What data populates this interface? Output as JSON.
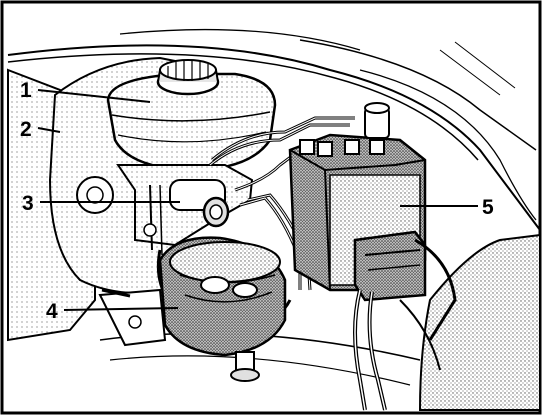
{
  "callouts": [
    {
      "id": "1",
      "label": "1"
    },
    {
      "id": "2",
      "label": "2"
    },
    {
      "id": "3",
      "label": "3"
    },
    {
      "id": "4",
      "label": "4"
    },
    {
      "id": "5",
      "label": "5"
    }
  ],
  "colors": {
    "frame": "#000000",
    "stipple_light": "#cfcfcf",
    "stipple_dark": "#9a9a9a",
    "paper": "#ffffff"
  }
}
